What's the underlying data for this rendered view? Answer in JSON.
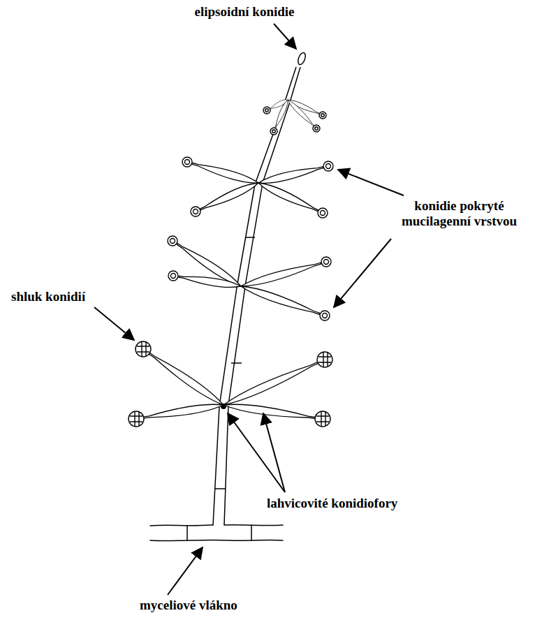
{
  "diagram": {
    "labels": [
      "elipsoidní konidie",
      "konidie pokryté mucilagenní vrstvou",
      "shluk konidií",
      "lahvicovité konidiofory",
      "myceliové vlákno"
    ]
  }
}
